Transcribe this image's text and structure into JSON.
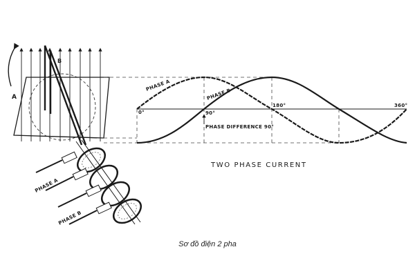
{
  "diagram": {
    "title": "TWO PHASE CURRENT",
    "labels": {
      "loop_a": "A",
      "loop_b": "B",
      "phase_a_wave": "PHASE A",
      "phase_b_wave": "PHASE B",
      "deg_0": "0°",
      "deg_90": "90°",
      "deg_180": "180°",
      "deg_360": "360°",
      "phase_difference": "PHASE DIFFERENCE 90°",
      "coil_phase_a": "PHASE A",
      "coil_phase_b": "PHASE B"
    }
  },
  "caption": "Sơ đồ điện 2 pha",
  "colors": {
    "ink": "#1a1a1a",
    "background": "#ffffff"
  }
}
